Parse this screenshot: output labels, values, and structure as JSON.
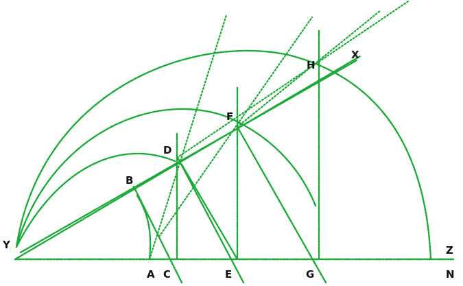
{
  "figure": {
    "stroke_color": "#1ea83a",
    "label_color": "#111111",
    "labels": {
      "Y": "Y",
      "A": "A",
      "C": "C",
      "E": "E",
      "G": "G",
      "N": "N",
      "Z": "Z",
      "B": "B",
      "D": "D",
      "F": "F",
      "H": "H",
      "X": "X"
    }
  }
}
